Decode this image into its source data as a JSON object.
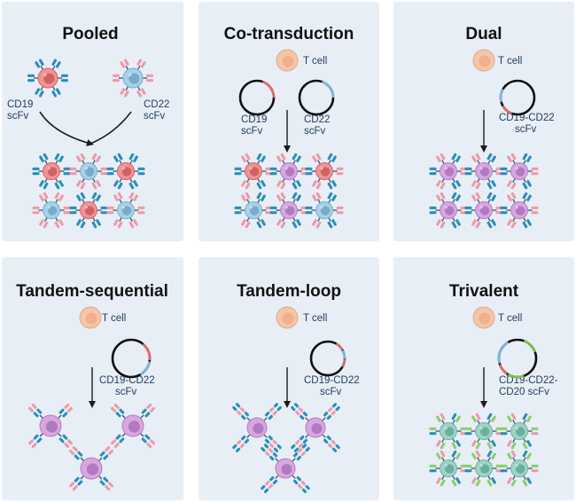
{
  "colors": {
    "panel_bg": "#e8eef6",
    "cd19_cell": "#ea6f73",
    "cd22_cell": "#88c2e2",
    "dual_cell": "#c98ad8",
    "trivalent_cell": "#7bc6b4",
    "tcell": "#f5c5a7",
    "cd19_segment": "#e26a6a",
    "cd22_segment": "#79b8de",
    "cd20_segment": "#7dc243",
    "receptor_blue": "#2a8fb8",
    "receptor_pink": "#ee99a9",
    "receptor_green": "#8bd06a",
    "label_text": "#1f3b5c"
  },
  "panels": [
    {
      "title": "Pooled",
      "tcell_label": "",
      "labels": [
        "CD19",
        "scFv",
        "CD22",
        "scFv"
      ]
    },
    {
      "title": "Co-transduction",
      "tcell_label": "T cell",
      "labels": [
        "CD19",
        "scFv",
        "CD22",
        "scFv"
      ]
    },
    {
      "title": "Dual",
      "tcell_label": "T cell",
      "labels": [
        "CD19-CD22",
        "scFv"
      ]
    },
    {
      "title": "Tandem-sequential",
      "tcell_label": "T cell",
      "labels": [
        "CD19-CD22",
        "scFv"
      ]
    },
    {
      "title": "Tandem-loop",
      "tcell_label": "T cell",
      "labels": [
        "CD19-CD22",
        "scFv"
      ]
    },
    {
      "title": "Trivalent",
      "tcell_label": "T cell",
      "labels": [
        "CD19-CD22-",
        "CD20 scFv"
      ]
    }
  ]
}
